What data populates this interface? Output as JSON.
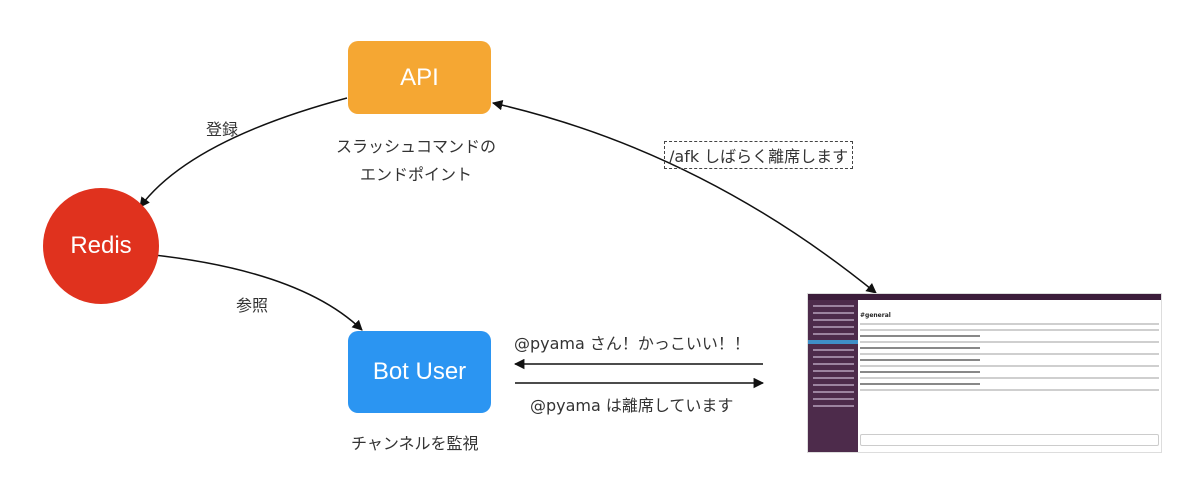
{
  "nodes": {
    "api": "API",
    "redis": "Redis",
    "bot": "Bot User"
  },
  "labels": {
    "api_caption_line1": "スラッシュコマンドの",
    "api_caption_line2": "エンドポイント",
    "register": "登録",
    "reference": "参照",
    "bot_caption": "チャンネルを監視",
    "slash_command": "/afk しばらく離席します",
    "mention": "@pyama さん！かっこいい！！",
    "auto_reply": "@pyama は離席しています"
  },
  "slack_screenshot": {
    "channel": "#general"
  },
  "colors": {
    "api": "#f5a733",
    "redis": "#e0321e",
    "bot": "#2b95f2"
  }
}
